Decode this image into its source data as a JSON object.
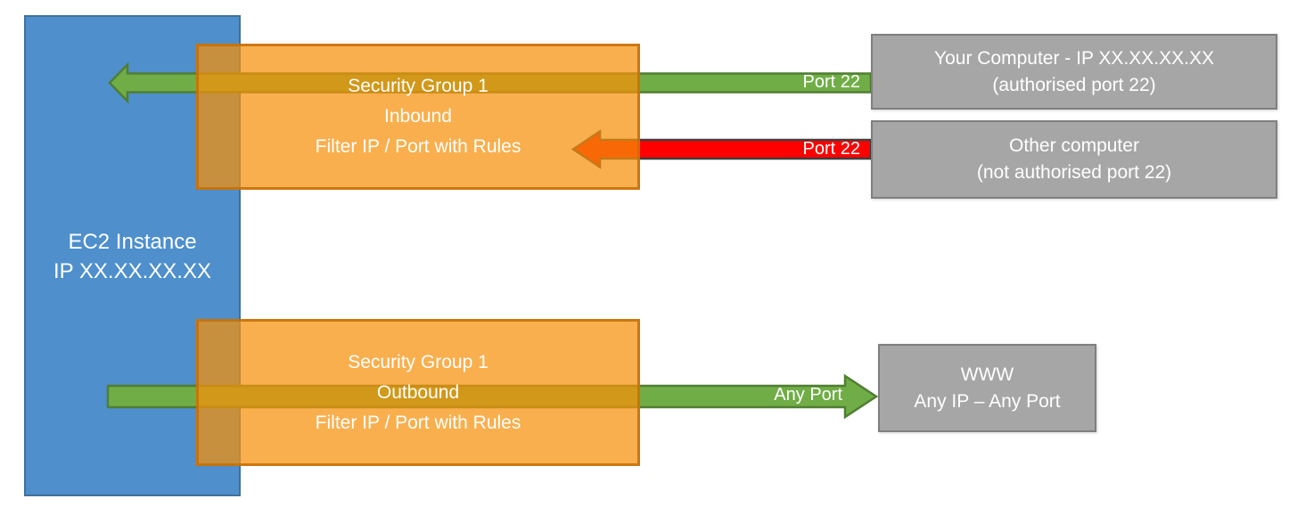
{
  "diagram": {
    "title_hint": "EC2 security group inbound/outbound filtering diagram",
    "ec2_box": {
      "line1": "EC2 Instance",
      "line2": "IP XX.XX.XX.XX"
    },
    "inbound_sg": {
      "line1": "Security Group 1",
      "line2": "Inbound",
      "line3": "Filter IP / Port with Rules"
    },
    "outbound_sg": {
      "line1": "Security Group 1",
      "line2": "Outbound",
      "line3": "Filter IP / Port with Rules"
    },
    "your_computer": {
      "line1": "Your Computer - IP XX.XX.XX.XX",
      "line2": "(authorised port 22)"
    },
    "other_computer": {
      "line1": "Other computer",
      "line2": "(not authorised port 22)"
    },
    "www": {
      "line1": "WWW",
      "line2": "Any IP – Any Port"
    },
    "labels": {
      "inbound_allowed_port": "Port 22",
      "inbound_blocked_port": "Port 22",
      "outbound_port": "Any Port"
    },
    "colors": {
      "ec2_blue": "#4E8FCC",
      "ec2_blue_border": "#41719C",
      "allow_green": "#70AD47",
      "allow_green_border": "#507E32",
      "deny_red": "#FF0000",
      "deny_red_border": "#404040",
      "endpoint_gray": "#A6A6A6",
      "endpoint_gray_border": "#7F7F7F",
      "text_white": "#FFFFFF"
    }
  }
}
